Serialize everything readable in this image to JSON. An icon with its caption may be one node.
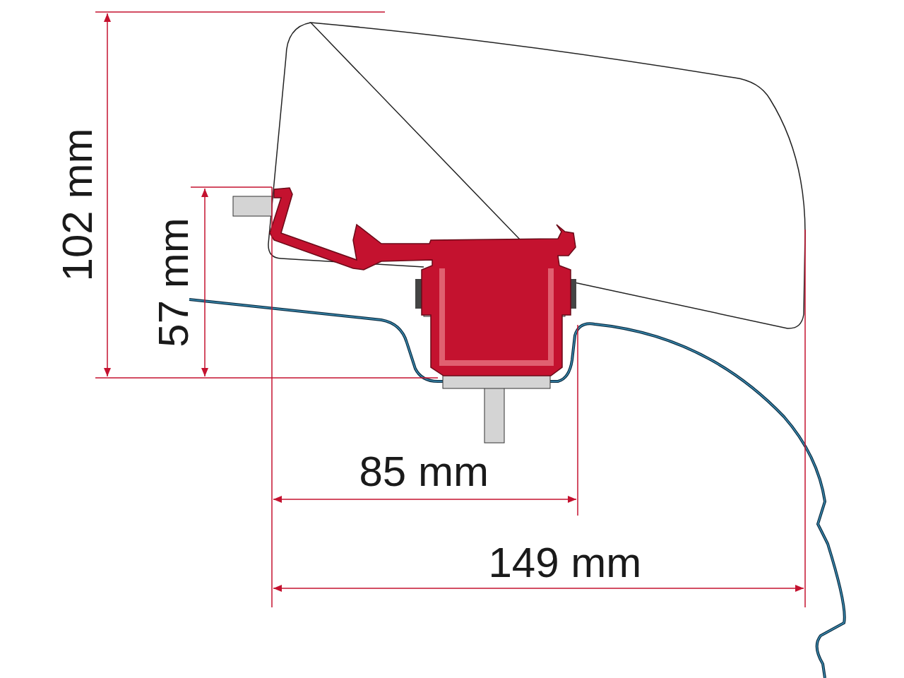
{
  "diagram": {
    "labels": [
      "102 mm",
      "57 mm",
      "85 mm",
      "149 mm"
    ]
  }
}
